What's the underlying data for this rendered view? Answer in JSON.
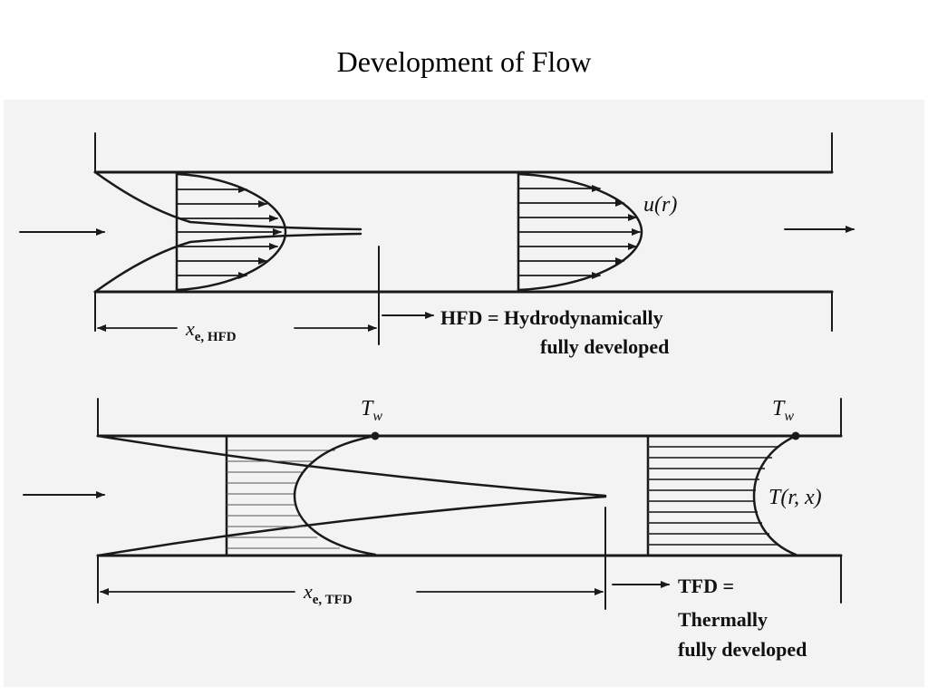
{
  "title": "Development of Flow",
  "hydro": {
    "velocity_label": "u(r)",
    "entry_length_symbol": "x",
    "entry_length_subscript": "e, HFD",
    "hfd_line1": "HFD = Hydrodynamically",
    "hfd_line2": "fully developed"
  },
  "thermal": {
    "wall_temp_left": "T",
    "wall_temp_right": "T",
    "wall_temp_subscript": "w",
    "temp_label": "T(r, x)",
    "entry_length_symbol": "x",
    "entry_length_subscript": "e, TFD",
    "tfd_line1": "TFD =",
    "tfd_line2": "Thermally",
    "tfd_line3": "fully developed"
  }
}
